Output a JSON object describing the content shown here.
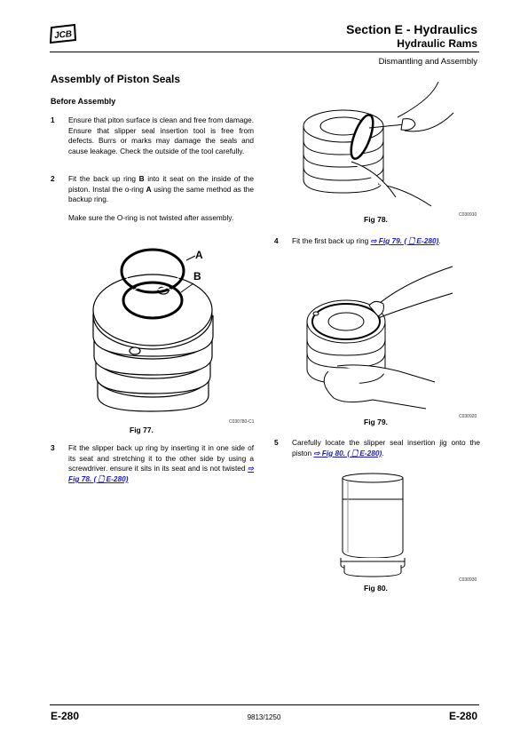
{
  "header": {
    "brand": "JCB",
    "section_title": "Section E - Hydraulics",
    "section_subtitle": "Hydraulic Rams",
    "sub_subtitle": "Dismantling and Assembly"
  },
  "main": {
    "title": "Assembly of Piston Seals",
    "subheading": "Before Assembly",
    "steps": [
      {
        "num": "1",
        "text": "Ensure that piton surface is clean and free from damage. Ensure that slipper seal insertion tool is free from defects. Burrs or marks may damage the seals and cause leakage. Check the outside of the tool carefully."
      },
      {
        "num": "2",
        "pre": "Fit the back up ring ",
        "b1": "B",
        "mid": " into it seat on the inside of the piston. Instal the o-ring ",
        "b2": "A",
        "post": " using the same method as the backup ring.",
        "note": "Make sure the O-ring is not twisted after assembly."
      },
      {
        "num": "3",
        "text": "Fit the slipper back up ring by inserting it in one side of its seat and stretching it to the other side by using a screwdriver. ensure it sits in its seat and is not twisted",
        "ref": "⇨ Fig 78. ( 🗋 E-280)"
      },
      {
        "num": "4",
        "text": "Fit the first back up ring",
        "ref": "⇨ Fig 79. ( 🗋 E-280)",
        "after": "."
      },
      {
        "num": "5",
        "text": "Carefully locate the slipper seal insertion jig onto the piston",
        "ref": "⇨ Fig 80. ( 🗋 E-280)",
        "after": "."
      }
    ],
    "figures": {
      "fig77": {
        "caption": "Fig 77.",
        "code": "C030780-C1",
        "label_a": "A",
        "label_b": "B"
      },
      "fig78": {
        "caption": "Fig 78.",
        "code": "C030910"
      },
      "fig79": {
        "caption": "Fig 79.",
        "code": "C030920"
      },
      "fig80": {
        "caption": "Fig 80.",
        "code": "C030930"
      }
    }
  },
  "footer": {
    "page_left": "E-280",
    "doc_number": "9813/1250",
    "page_right": "E-280"
  }
}
